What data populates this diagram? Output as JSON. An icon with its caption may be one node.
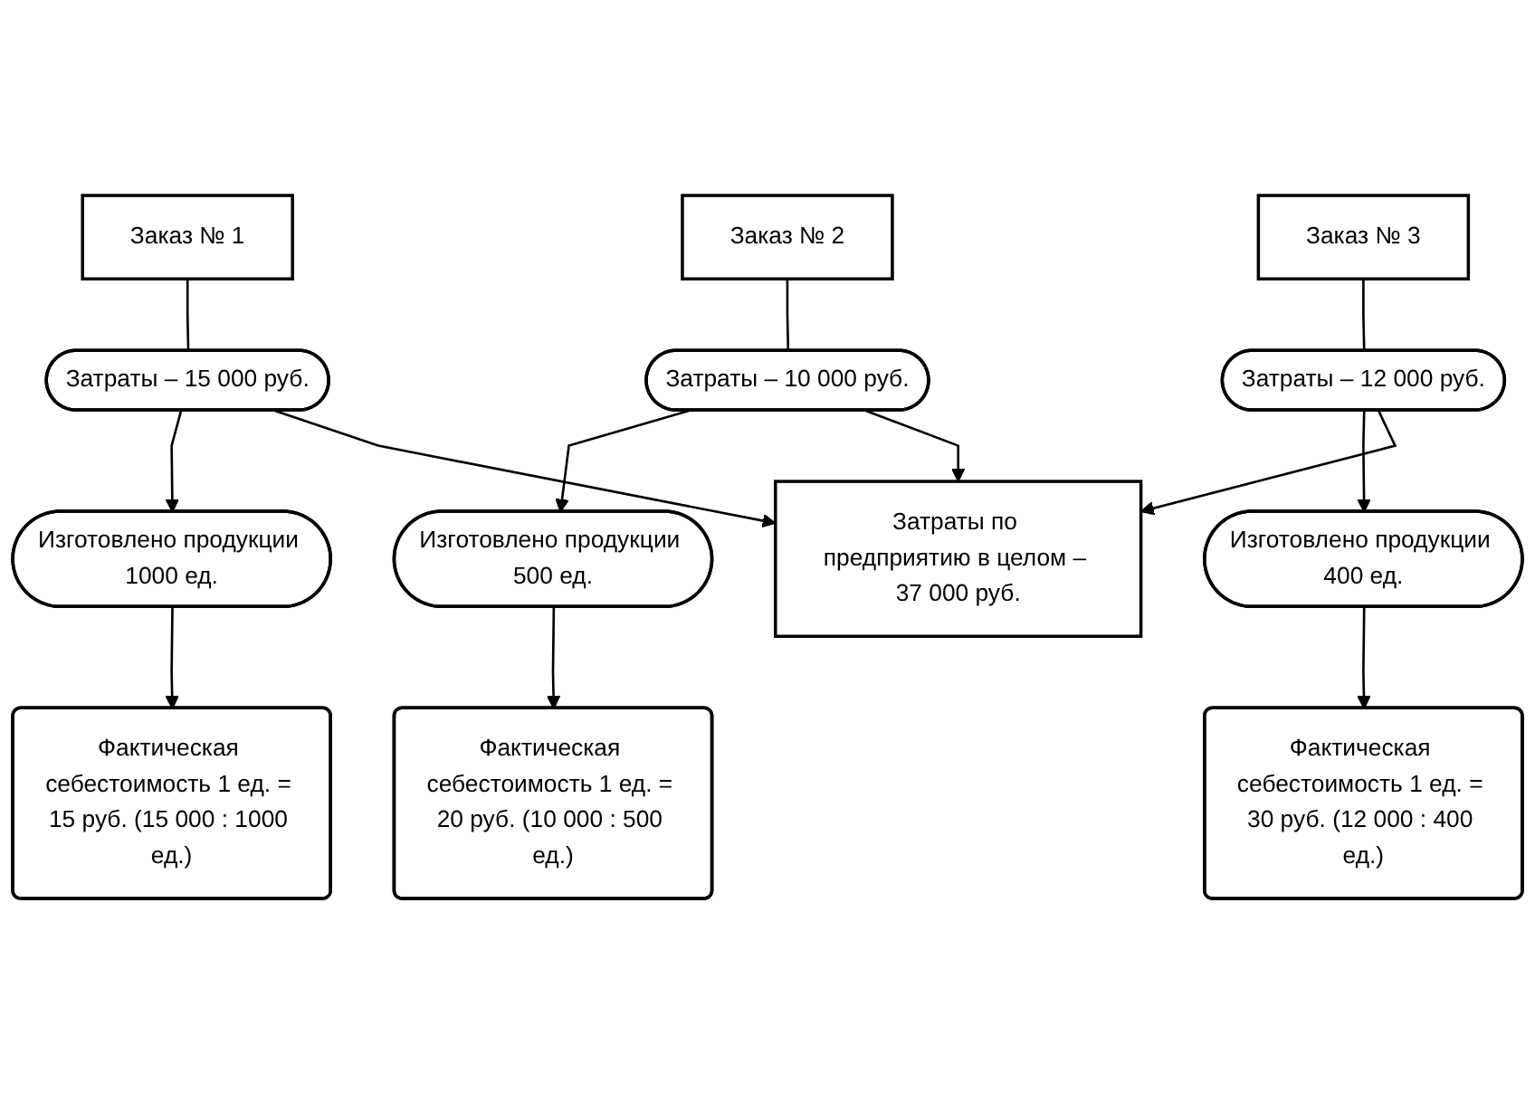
{
  "diagram": {
    "nodes": [
      {
        "text": [
          "Заказ № 1"
        ]
      },
      {
        "text": [
          "Затраты – 15 000 руб."
        ]
      },
      {
        "text": [
          "Изготовлено продукции 1000 ед."
        ]
      },
      {
        "text": [
          "Фактическая себестоимость 1 ед. = 15 руб. (15 000 : 1000 ед.)"
        ]
      },
      {
        "text": [
          "Заказ № 2"
        ]
      },
      {
        "text": [
          "Затраты – 10 000 руб."
        ]
      },
      {
        "text": [
          "Изготовлено продукции 500 ед."
        ]
      },
      {
        "text": [
          "Фактическая себестоимость 1 ед. = 20 руб. (10 000 : 500 ед.)"
        ]
      },
      {
        "text": [
          "Заказ № 3"
        ]
      },
      {
        "text": [
          "Затраты – 12 000 руб."
        ]
      },
      {
        "text": [
          "Изготовлено продукции 400 ед."
        ]
      },
      {
        "text": [
          "Фактическая себестоимость 1 ед. = 30 руб. (12 000 : 400 ед.)"
        ]
      },
      {
        "text": [
          "Затраты по предприятию в целом – 37 000 руб."
        ]
      }
    ],
    "edges": [
      {
        "from": 0,
        "to": 1,
        "arrow": "none"
      },
      {
        "from": 1,
        "to": 2,
        "arrow": "to"
      },
      {
        "from": 2,
        "to": 3,
        "arrow": "to"
      },
      {
        "from": 1,
        "to": 12,
        "arrow": "to"
      },
      {
        "from": 4,
        "to": 5,
        "arrow": "none"
      },
      {
        "from": 5,
        "to": 6,
        "arrow": "to"
      },
      {
        "from": 6,
        "to": 7,
        "arrow": "to"
      },
      {
        "from": 5,
        "to": 12,
        "arrow": "to"
      },
      {
        "from": 8,
        "to": 9,
        "arrow": "none"
      },
      {
        "from": 9,
        "to": 10,
        "arrow": "to"
      },
      {
        "from": 10,
        "to": 11,
        "arrow": "to"
      },
      {
        "from": 9,
        "to": 12,
        "arrow": "to"
      }
    ]
  }
}
